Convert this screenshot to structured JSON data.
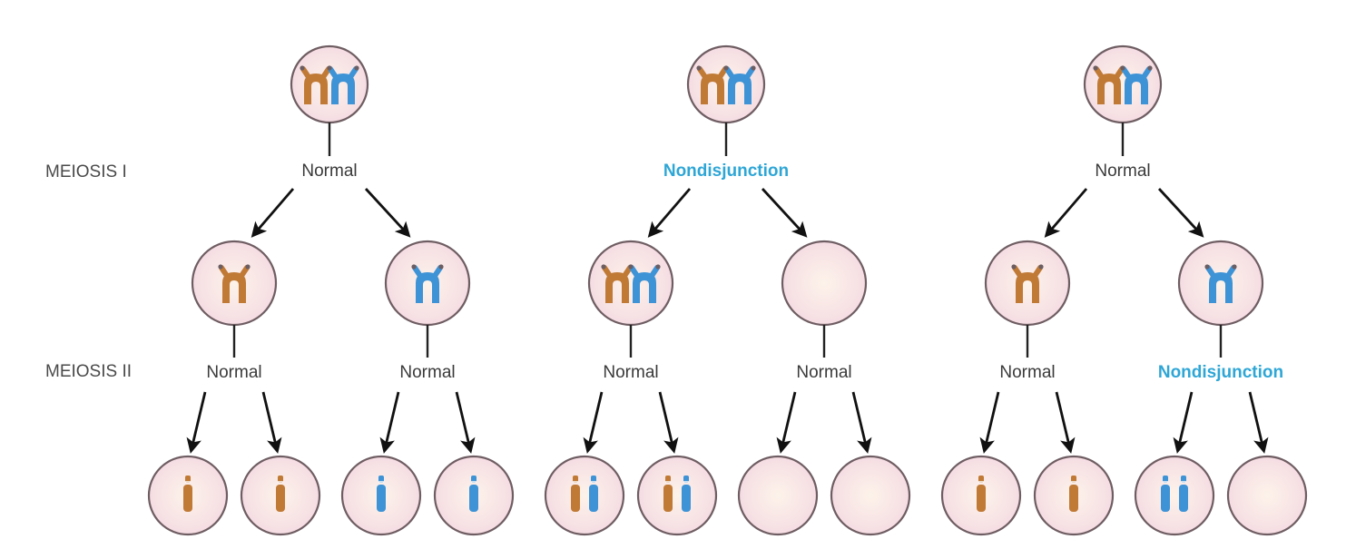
{
  "diagram": {
    "title": "Meiotic nondisjunction",
    "stage_labels": {
      "meiosis_1": "MEIOSIS I",
      "meiosis_2": "MEIOSIS II"
    },
    "colors": {
      "maternal_chromosome": "#c07a35",
      "paternal_chromosome": "#3d93d6",
      "nondisjunction_text": "#2ea6d6",
      "normal_text": "#3a3a3a",
      "cell_fill": "#f7e1e6",
      "cell_center": "#fdf2ea",
      "cell_outline": "#6e5d62"
    },
    "scenarios": [
      {
        "id": "normal-meiosis",
        "parent": {
          "chromosomes": [
            "maternal-pair",
            "paternal-pair"
          ]
        },
        "meiosis_1_event": "Normal",
        "meiosis_1_type": "normal",
        "daughters": [
          {
            "chromosomes": [
              "maternal-pair"
            ],
            "meiosis_2_event": "Normal",
            "meiosis_2_type": "normal",
            "gametes": [
              [
                "maternal"
              ],
              [
                "maternal"
              ]
            ]
          },
          {
            "chromosomes": [
              "paternal-pair"
            ],
            "meiosis_2_event": "Normal",
            "meiosis_2_type": "normal",
            "gametes": [
              [
                "paternal"
              ],
              [
                "paternal"
              ]
            ]
          }
        ]
      },
      {
        "id": "nondisjunction-meiosis-1",
        "parent": {
          "chromosomes": [
            "maternal-pair",
            "paternal-pair"
          ]
        },
        "meiosis_1_event": "Nondisjunction",
        "meiosis_1_type": "nondisjunction",
        "daughters": [
          {
            "chromosomes": [
              "maternal-pair",
              "paternal-pair"
            ],
            "meiosis_2_event": "Normal",
            "meiosis_2_type": "normal",
            "gametes": [
              [
                "maternal",
                "paternal"
              ],
              [
                "maternal",
                "paternal"
              ]
            ]
          },
          {
            "chromosomes": [],
            "meiosis_2_event": "Normal",
            "meiosis_2_type": "normal",
            "gametes": [
              [],
              []
            ]
          }
        ]
      },
      {
        "id": "nondisjunction-meiosis-2",
        "parent": {
          "chromosomes": [
            "maternal-pair",
            "paternal-pair"
          ]
        },
        "meiosis_1_event": "Normal",
        "meiosis_1_type": "normal",
        "daughters": [
          {
            "chromosomes": [
              "maternal-pair"
            ],
            "meiosis_2_event": "Normal",
            "meiosis_2_type": "normal",
            "gametes": [
              [
                "maternal"
              ],
              [
                "maternal"
              ]
            ]
          },
          {
            "chromosomes": [
              "paternal-pair"
            ],
            "meiosis_2_event": "Nondisjunction",
            "meiosis_2_type": "nondisjunction",
            "gametes": [
              [
                "paternal",
                "paternal"
              ],
              []
            ]
          }
        ]
      }
    ]
  }
}
